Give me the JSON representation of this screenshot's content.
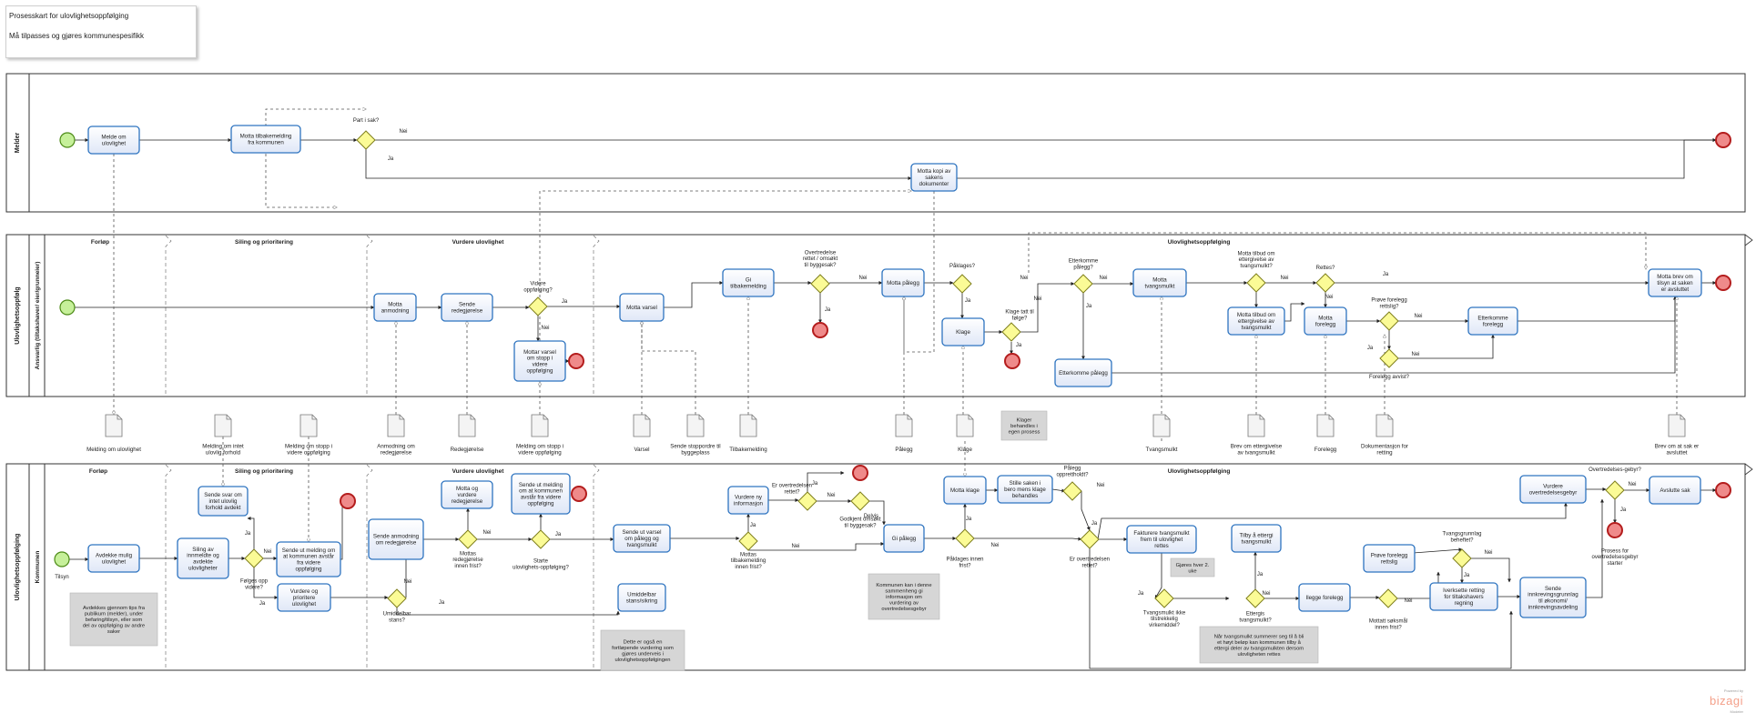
{
  "header": {
    "title": "Prosesskart for ulovlighetsoppfølging",
    "subtitle": "Må tilpasses og gjøres kommunespesifikk"
  },
  "pools": {
    "melder": "Melder",
    "ansvarlig_pool": "Ulovlighetsoppfølg",
    "ansvarlig_lane": "Ansvarlig (tiltakshaver/ eier/grunneier)",
    "kommune_pool": "Ulovlighetsoppfølging",
    "kommune_lane": "Kommunen"
  },
  "phases": [
    "Forløp",
    "Siling og prioritering",
    "Vurdere ulovlighet",
    "Ulovlighetsoppfølging"
  ],
  "tasks": [
    "Melde om ulovlighet",
    "Motta tilbakemelding fra kommunen",
    "Motta kopi av sakens dokumenter",
    "Motta anmodning",
    "Sende redegjørelse",
    "Mottar varsel om stopp i videre oppfølging",
    "Motta varsel",
    "Gi tilbakemelding",
    "Motta pålegg",
    "Klage",
    "Etterkomme pålegg",
    "Motta tvangsmulkt",
    "Motta tilbud om ettergivelse av tvangsmulkt",
    "Motta forelegg",
    "Etterkomme forelegg",
    "Motta brev om tilsyn at saken er avsluttet",
    "Sende svar om intet ulovlig forhold avdekt",
    "Avdekke mulig ulovlighet",
    "Siling av innmeldte og avdekte ulovligheter",
    "Sende ut melding om at kommunen avstår fra videre oppfølging",
    "Vurdere og prioritere ulovlighet",
    "Sende anmodning om redegjørelse",
    "Motta og vurdere redegjørelse",
    "Sende ut melding om at kommunen avstår fra videre oppfølging",
    "Sende ut varsel om pålegg og tvangsmulkt",
    "Umiddelbar stans/sikring",
    "Vurdere ny informasjon",
    "Gi pålegg",
    "Motta klage",
    "Stille saken i bero mens klage behandles",
    "Fakturere tvangsmulkt frem til ulovlighet rettes",
    "Tilby å ettergi tvangsmulkt",
    "Ilegge forelegg",
    "Prøve forelegg rettslig",
    "Iverksette retting for tiltakshavers regning",
    "Sende innkrevingsgrunnlag til økonomi/ innkrevingsavdeling",
    "Vurdere overtredelsesgebyr",
    "Avslutte sak"
  ],
  "gateways": [
    "Part i sak?",
    "Videre oppfølging?",
    "Overtredelse rettet / omsøkt til byggesak?",
    "Påklages?",
    "Klage tatt til følge?",
    "Etterkomme pålegg?",
    "Motta tilbud om ettergivelse av tvangsmulkt?",
    "Rettes?",
    "Prøve forelegg rettslig?",
    "Forelegg avvist?",
    "Følges opp videre?",
    "Umiddelbar stans?",
    "Mottas redegjørelse innen frist?",
    "Starte ulovlighets-oppfølging?",
    "Mottas tilbakemelding innen frist?",
    "Er overtredelsen rettet?",
    "Godkjent omsøkt til byggesak?",
    "Påklages innen frist?",
    "Pålegg opprettholdt?",
    "Er overtredelsen rettet?",
    "Tvangsmulkt ikke tilstrekkelig virkemiddel?",
    "Ettergis tvangsmulkt?",
    "Mottatt søksmål innen frist?",
    "Tvangsgrunnlag beheftet?",
    "Overtredelses-gebyr?"
  ],
  "artifacts": [
    "Melding om ulovlighet",
    "Melding om intet ulovlig forhold",
    "Melding om stopp i videre oppfølging",
    "Anmodning om redegjørelse",
    "Redegjørelse",
    "Melding om stopp i videre oppfølging",
    "Varsel",
    "Sende stoppordre til byggeplass",
    "Tilbakemelding",
    "Pålegg",
    "Klage",
    "Tvangsmulkt",
    "Brev om ettergivelse av tvangsmulkt",
    "Forelegg",
    "Dokumentasjon for retting",
    "Brev om at sak er avsluttet"
  ],
  "annotations": [
    "Klager behandles i egen prosess",
    "Avdekkes gjennom tips fra publikum (melder), under befaring/tilsyn, eller som del av oppfølging av andre saker",
    "Dette er også en fortløpende vurdering som gjøres underveis i ulovlighetsoppfølgingen",
    "Kommunen kan i denne sammenheng gi informasjon om vurdering av overtredelsesgebyr",
    "Gjøres hver 2. uke",
    "Når tvangsmulkt summerer seg til å bli et høyt beløp kan kommunen tilby å ettergi deler av tvangsmulkten dersom ulovligheten rettes"
  ],
  "labels": {
    "start_event": "Tilsyn",
    "end_overtredelse": "Prosess for overtredelsesgebyr starter",
    "ja": "Ja",
    "nei": "Nei",
    "delvis": "Delvis"
  },
  "branding": {
    "powered_by": "Powered by",
    "logo": "bizagi",
    "tagline": "Modeler"
  },
  "colors": {
    "task_fill": "#e8eefb",
    "task_border": "#2e74c0",
    "gateway_fill": "#fbfb96",
    "gateway_border": "#7f7f1d",
    "start_fill": "#c6f09a",
    "start_border": "#4c8a16",
    "end_fill": "#ef8a8a",
    "end_border": "#b41d1d",
    "annotation_fill": "#d6d6d6"
  }
}
